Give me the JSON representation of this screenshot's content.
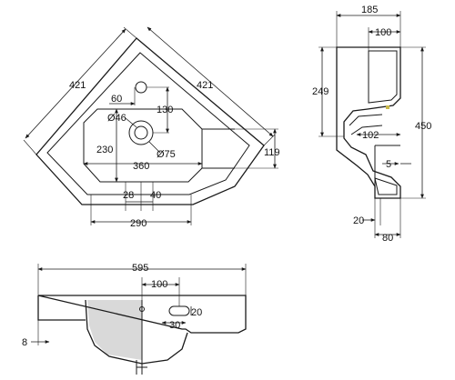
{
  "top_view": {
    "side_left": "421",
    "side_right": "421",
    "tap_offset": "60",
    "tap_height": "130",
    "tap_hole": "Ø46",
    "waste_hole": "Ø75",
    "bowl_height": "230",
    "right_edge": "119",
    "bowl_width": "360",
    "front_left": "28",
    "front_right": "40",
    "front_width": "290"
  },
  "side_view": {
    "depth_total": "185",
    "depth_inner": "100",
    "bowl_depth": "249",
    "overall_height": "450",
    "waste_offset": "102",
    "trap_gap": "5",
    "wall_gap": "20",
    "base_width": "80"
  },
  "front_view": {
    "overall_width": "595",
    "tap_offset": "100",
    "slot_height": "20",
    "slot_width": "30",
    "lip_height": "8"
  }
}
